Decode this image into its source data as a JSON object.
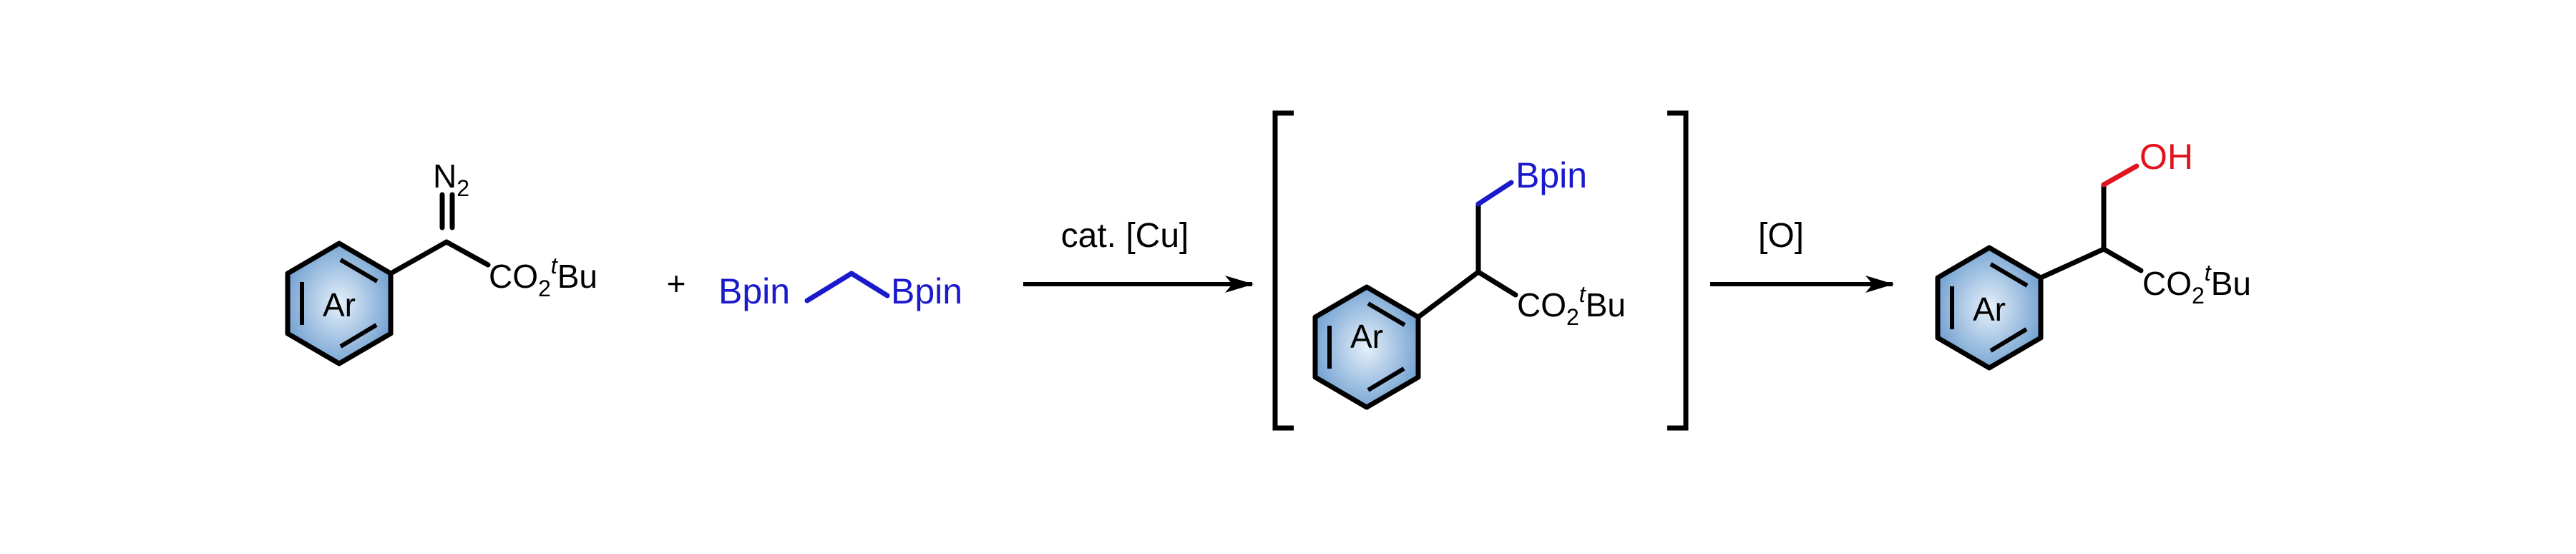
{
  "colors": {
    "bond": "#000000",
    "boron": "#1a1acc",
    "oxygen": "#e0141e",
    "ring_center": "#e6f0fa",
    "ring_edge": "#6f9fd0",
    "background": "#ffffff"
  },
  "reactant": {
    "ring_label": "Ar",
    "diazo_N": "N",
    "diazo_sub": "2",
    "ester_CO": "CO",
    "ester_sub": "2",
    "ester_t": "t",
    "ester_Bu": "Bu"
  },
  "plus_sign": "+",
  "reagent": {
    "left_label": "Bpin",
    "right_label": "Bpin"
  },
  "arrow1": {
    "label": "cat. [Cu]"
  },
  "intermediate": {
    "ring_label": "Ar",
    "boryl_label": "Bpin",
    "ester_CO": "CO",
    "ester_sub": "2",
    "ester_t": "t",
    "ester_Bu": "Bu"
  },
  "arrow2": {
    "label": "[O]"
  },
  "product": {
    "ring_label": "Ar",
    "hydroxyl": "OH",
    "ester_CO": "CO",
    "ester_sub": "2",
    "ester_t": "t",
    "ester_Bu": "Bu"
  }
}
